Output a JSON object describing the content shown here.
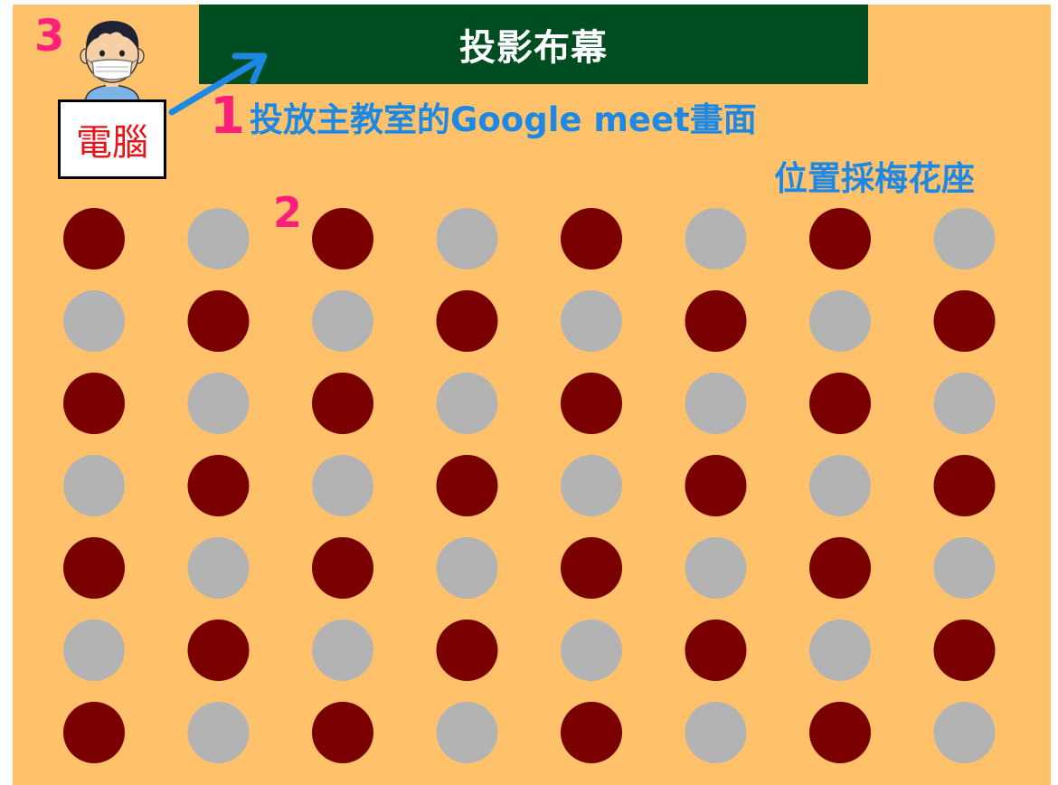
{
  "screen": {
    "label": "投影布幕"
  },
  "steps": {
    "one": "1",
    "two": "2",
    "three": "3"
  },
  "captions": {
    "projection": "投放主教室的Google meet畫面",
    "seating": "位置採梅花座"
  },
  "computer": {
    "label": "電腦"
  },
  "icons": {
    "person": "masked-person-icon",
    "arrow": "arrow-up-right-icon"
  },
  "colors": {
    "background": "#ffc26b",
    "banner": "#004d22",
    "occupied_seat": "#7a0000",
    "empty_seat": "#b3b3b3",
    "step_number": "#ff1f7a",
    "caption": "#1e88e5",
    "computer_text": "#e8141c"
  },
  "seating": {
    "rows": 7,
    "columns": 8,
    "pattern": [
      [
        "occupied",
        "empty",
        "occupied",
        "empty",
        "occupied",
        "empty",
        "occupied",
        "empty"
      ],
      [
        "empty",
        "occupied",
        "empty",
        "occupied",
        "empty",
        "occupied",
        "empty",
        "occupied"
      ],
      [
        "occupied",
        "empty",
        "occupied",
        "empty",
        "occupied",
        "empty",
        "occupied",
        "empty"
      ],
      [
        "empty",
        "occupied",
        "empty",
        "occupied",
        "empty",
        "occupied",
        "empty",
        "occupied"
      ],
      [
        "occupied",
        "empty",
        "occupied",
        "empty",
        "occupied",
        "empty",
        "occupied",
        "empty"
      ],
      [
        "empty",
        "occupied",
        "empty",
        "occupied",
        "empty",
        "occupied",
        "empty",
        "occupied"
      ],
      [
        "occupied",
        "empty",
        "occupied",
        "empty",
        "occupied",
        "empty",
        "occupied",
        "empty"
      ]
    ]
  }
}
